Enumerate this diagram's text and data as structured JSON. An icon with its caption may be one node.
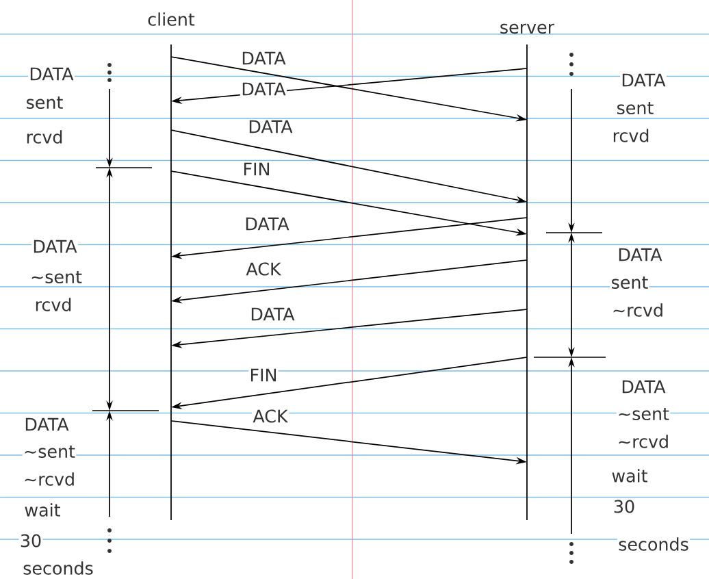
{
  "diagram": {
    "nodes": [
      {
        "text": [
          "client"
        ]
      },
      {
        "text": [
          "server"
        ]
      }
    ],
    "edges": [
      {
        "from": 0,
        "to": 1,
        "arrow": "to",
        "label": "DATA"
      },
      {
        "from": 1,
        "to": 0,
        "arrow": "to",
        "label": "DATA"
      },
      {
        "from": 0,
        "to": 1,
        "arrow": "to",
        "label": "DATA"
      },
      {
        "from": 0,
        "to": 1,
        "arrow": "to",
        "label": "FIN"
      },
      {
        "from": 1,
        "to": 0,
        "arrow": "to",
        "label": "DATA"
      },
      {
        "from": 1,
        "to": 0,
        "arrow": "to",
        "label": "ACK"
      },
      {
        "from": 1,
        "to": 0,
        "arrow": "to",
        "label": "DATA"
      },
      {
        "from": 1,
        "to": 0,
        "arrow": "to",
        "label": "FIN"
      },
      {
        "from": 0,
        "to": 1,
        "arrow": "to",
        "label": "ACK"
      }
    ],
    "labels": [
      "DATA",
      "sent",
      "rcvd",
      "DATA",
      "~sent",
      "rcvd",
      "DATA",
      "~sent",
      "~rcvd",
      "wait",
      "30",
      "seconds",
      "DATA",
      "sent",
      "rcvd",
      "DATA",
      "sent",
      "~rcvd",
      "DATA",
      "~sent",
      "~rcvd",
      "wait",
      "30",
      "seconds"
    ]
  }
}
